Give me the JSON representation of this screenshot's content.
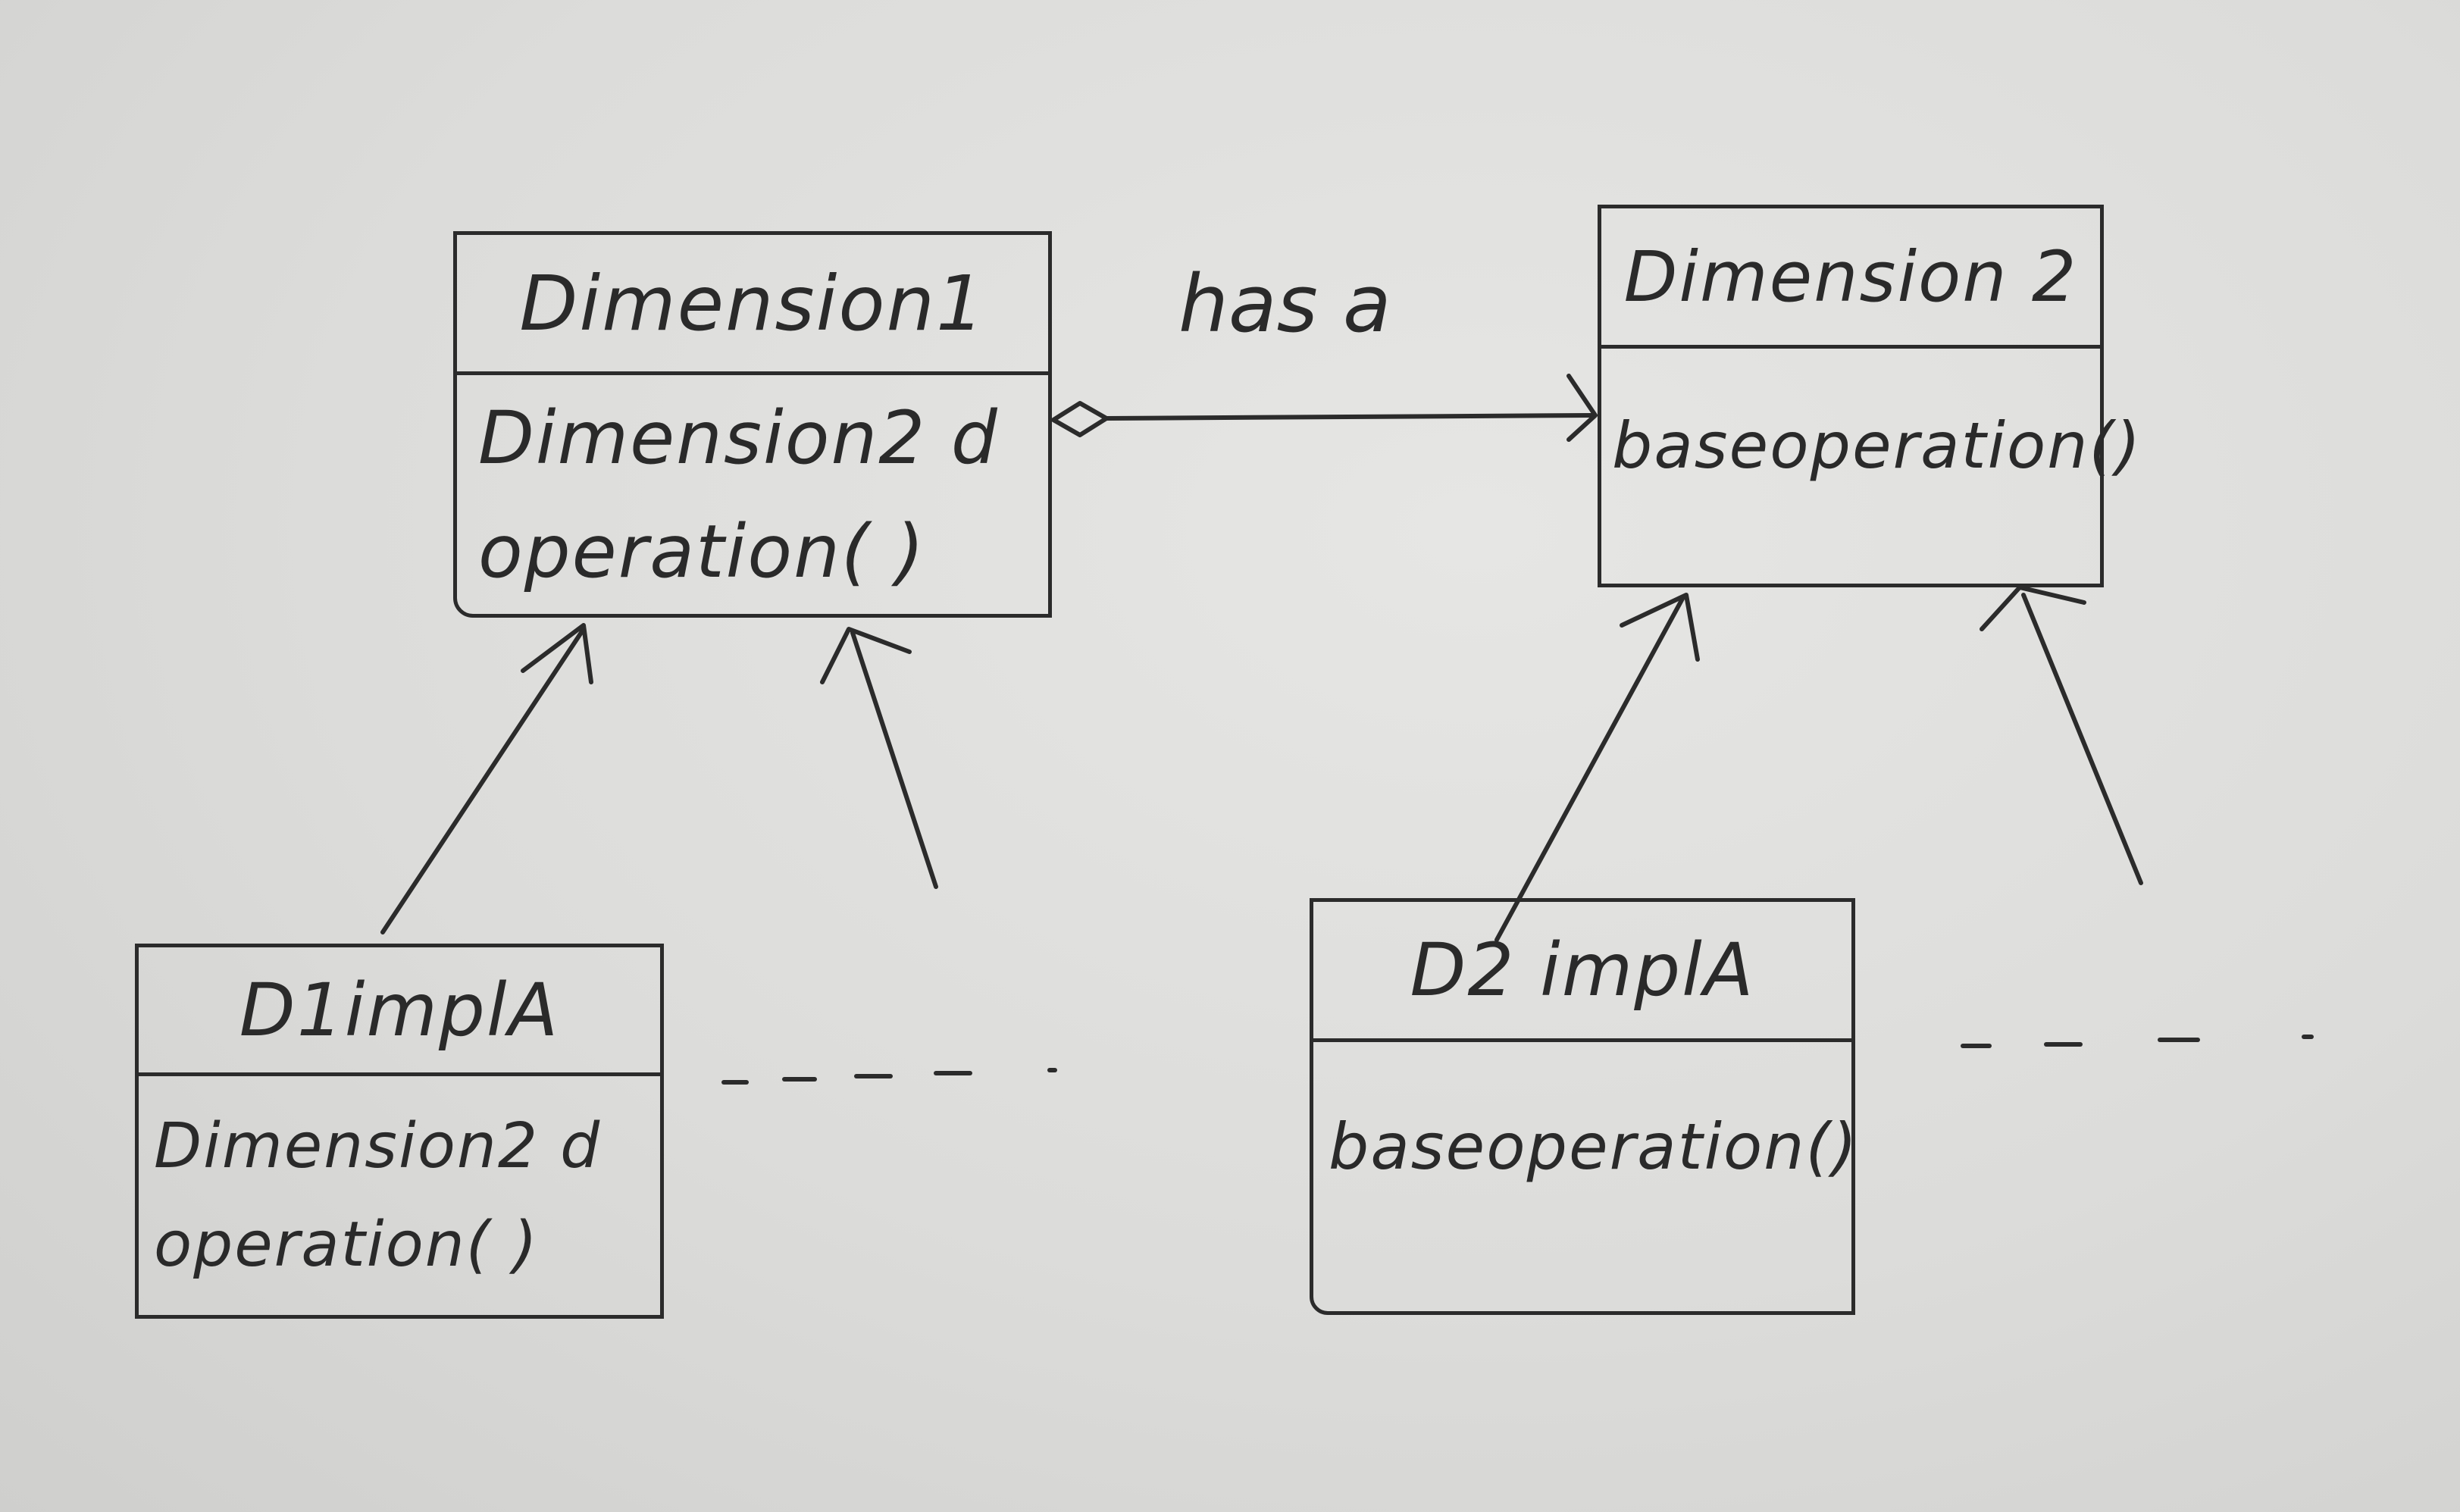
{
  "classes": {
    "dimension1": {
      "name": "Dimension1",
      "members": [
        "Dimension2 d",
        "operation( )"
      ]
    },
    "dimension2": {
      "name": "Dimension 2",
      "members": [
        "baseoperation()"
      ]
    },
    "d1impla": {
      "name": "D1implA",
      "members": [
        "Dimension2 d",
        "operation( )"
      ]
    },
    "d2impla": {
      "name": "D2 implA",
      "members": [
        "baseoperation()"
      ]
    }
  },
  "relations": {
    "aggregation_label": "has a"
  },
  "colors": {
    "ink": "#2b2b2b",
    "paper": "#dededc"
  }
}
